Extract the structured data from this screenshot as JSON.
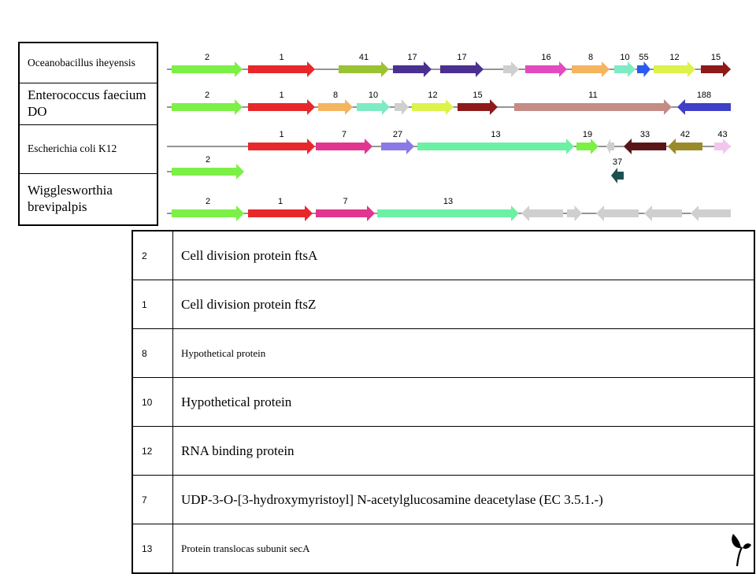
{
  "organisms": [
    {
      "name": "Oceanobacillus iheyensis",
      "size": "small"
    },
    {
      "name": "Enterococcus faecium DO",
      "size": "large"
    },
    {
      "name": "Escherichia coli K12",
      "size": "small"
    },
    {
      "name": "Wigglesworthia brevipalpis",
      "size": "large"
    }
  ],
  "gene_rows": [
    {
      "organism": "Oceanobacillus iheyensis",
      "genes": [
        {
          "label": "2",
          "color": "#7CF046",
          "dir": "right"
        },
        {
          "label": "1",
          "color": "#E8272A",
          "dir": "right"
        },
        {
          "label": "41",
          "color": "#9BC232",
          "dir": "right"
        },
        {
          "label": "17",
          "color": "#4B3091",
          "dir": "right"
        },
        {
          "label": "17",
          "color": "#4B3091",
          "dir": "right"
        },
        {
          "label": "",
          "color": "#CFCFCF",
          "dir": "right"
        },
        {
          "label": "16",
          "color": "#E44AC0",
          "dir": "right"
        },
        {
          "label": "8",
          "color": "#F5B45E",
          "dir": "right"
        },
        {
          "label": "10",
          "color": "#7FEBC5",
          "dir": "right"
        },
        {
          "label": "55",
          "color": "#2A5AF0",
          "dir": "right"
        },
        {
          "label": "12",
          "color": "#DDF24A",
          "dir": "right"
        },
        {
          "label": "15",
          "color": "#8E1A1A",
          "dir": "right"
        }
      ]
    },
    {
      "organism": "Enterococcus faecium DO",
      "genes": [
        {
          "label": "2",
          "color": "#7CF046",
          "dir": "right"
        },
        {
          "label": "1",
          "color": "#E8272A",
          "dir": "right"
        },
        {
          "label": "8",
          "color": "#F5B45E",
          "dir": "right"
        },
        {
          "label": "10",
          "color": "#7FEBC5",
          "dir": "right"
        },
        {
          "label": "",
          "color": "#CFCFCF",
          "dir": "right"
        },
        {
          "label": "12",
          "color": "#DDF24A",
          "dir": "right"
        },
        {
          "label": "15",
          "color": "#8E1A1A",
          "dir": "right"
        },
        {
          "label": "11",
          "color": "#C48C85",
          "dir": "right"
        },
        {
          "label": "188",
          "color": "#3F3FC8",
          "dir": "left"
        }
      ]
    },
    {
      "organism": "Escherichia coli K12",
      "genes": [
        {
          "label": "1",
          "color": "#E8272A",
          "dir": "right"
        },
        {
          "label": "7",
          "color": "#E0368F",
          "dir": "right"
        },
        {
          "label": "27",
          "color": "#8A7AE6",
          "dir": "right"
        },
        {
          "label": "13",
          "color": "#6CF0A4",
          "dir": "right"
        },
        {
          "label": "19",
          "color": "#7CF046",
          "dir": "right"
        },
        {
          "label": "",
          "color": "#CFCFCF",
          "dir": "left"
        },
        {
          "label": "33",
          "color": "#5A1616",
          "dir": "left"
        },
        {
          "label": "42",
          "color": "#9A8A2A",
          "dir": "left"
        },
        {
          "label": "43",
          "color": "#F2C6EE",
          "dir": "right"
        },
        {
          "label": "2",
          "color": "#7CF046",
          "dir": "right"
        },
        {
          "label": "37",
          "color": "#1F5050",
          "dir": "left"
        }
      ]
    },
    {
      "organism": "Wigglesworthia brevipalpis",
      "genes": [
        {
          "label": "2",
          "color": "#7CF046",
          "dir": "right"
        },
        {
          "label": "1",
          "color": "#E8272A",
          "dir": "right"
        },
        {
          "label": "7",
          "color": "#E0368F",
          "dir": "right"
        },
        {
          "label": "13",
          "color": "#6CF0A4",
          "dir": "right"
        },
        {
          "label": "",
          "color": "#CFCFCF",
          "dir": "left"
        },
        {
          "label": "",
          "color": "#CFCFCF",
          "dir": "right"
        },
        {
          "label": "",
          "color": "#CFCFCF",
          "dir": "left"
        },
        {
          "label": "",
          "color": "#CFCFCF",
          "dir": "left"
        },
        {
          "label": "",
          "color": "#CFCFCF",
          "dir": "left"
        }
      ]
    }
  ],
  "legend": [
    {
      "num": "2",
      "desc": "Cell division protein ftsA",
      "size": "large"
    },
    {
      "num": "1",
      "desc": "Cell division protein ftsZ",
      "size": "large"
    },
    {
      "num": "8",
      "desc": "Hypothetical protein",
      "size": "small"
    },
    {
      "num": "10",
      "desc": "Hypothetical protein",
      "size": "large"
    },
    {
      "num": "12",
      "desc": "RNA binding protein",
      "size": "large"
    },
    {
      "num": "7",
      "desc": "UDP-3-O-[3-hydroxymyristoyl] N-acetylglucosamine  deacetylase (EC 3.5.1.-)",
      "size": "large"
    },
    {
      "num": "13",
      "desc": "Protein translocas subunit secA",
      "size": "small"
    }
  ]
}
